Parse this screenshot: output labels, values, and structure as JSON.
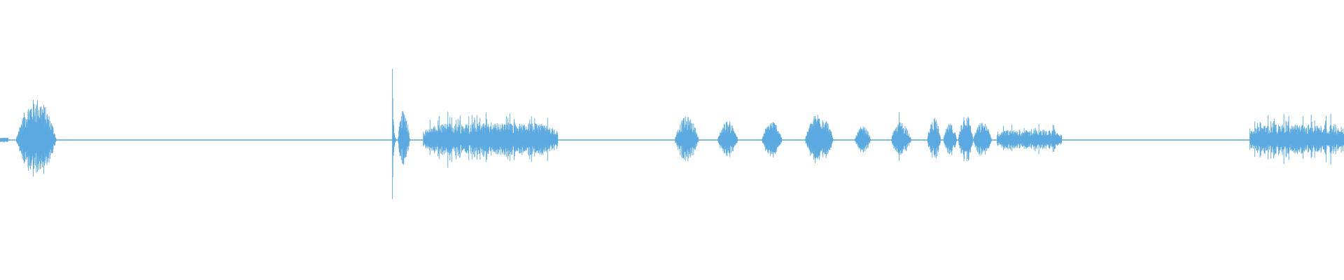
{
  "waveform": {
    "color": "#5aa9e0",
    "background": "#ffffff",
    "duration_fraction_note": "",
    "segments": [
      {
        "start": 0.0,
        "end": 0.006,
        "amplitude": 0.03,
        "texture": "noise"
      },
      {
        "start": 0.012,
        "end": 0.042,
        "amplitude": 0.3,
        "texture": "burst"
      },
      {
        "start": 0.292,
        "end": 0.296,
        "amplitude": 0.58,
        "texture": "spike"
      },
      {
        "start": 0.296,
        "end": 0.305,
        "amplitude": 0.22,
        "texture": "burst"
      },
      {
        "start": 0.315,
        "end": 0.415,
        "amplitude": 0.12,
        "texture": "dense"
      },
      {
        "start": 0.502,
        "end": 0.52,
        "amplitude": 0.17,
        "texture": "burst"
      },
      {
        "start": 0.534,
        "end": 0.549,
        "amplitude": 0.14,
        "texture": "burst"
      },
      {
        "start": 0.567,
        "end": 0.582,
        "amplitude": 0.14,
        "texture": "burst"
      },
      {
        "start": 0.599,
        "end": 0.62,
        "amplitude": 0.2,
        "texture": "burst"
      },
      {
        "start": 0.636,
        "end": 0.648,
        "amplitude": 0.1,
        "texture": "burst"
      },
      {
        "start": 0.663,
        "end": 0.678,
        "amplitude": 0.13,
        "texture": "burst"
      },
      {
        "start": 0.669,
        "end": 0.671,
        "amplitude": 0.33,
        "texture": "spike"
      },
      {
        "start": 0.69,
        "end": 0.7,
        "amplitude": 0.16,
        "texture": "burst"
      },
      {
        "start": 0.702,
        "end": 0.712,
        "amplitude": 0.12,
        "texture": "burst"
      },
      {
        "start": 0.713,
        "end": 0.724,
        "amplitude": 0.2,
        "texture": "burst"
      },
      {
        "start": 0.724,
        "end": 0.738,
        "amplitude": 0.13,
        "texture": "burst"
      },
      {
        "start": 0.742,
        "end": 0.79,
        "amplitude": 0.07,
        "texture": "dense"
      },
      {
        "start": 0.93,
        "end": 1.0,
        "amplitude": 0.11,
        "texture": "dense"
      }
    ],
    "baseline_amplitude": 0.006
  }
}
